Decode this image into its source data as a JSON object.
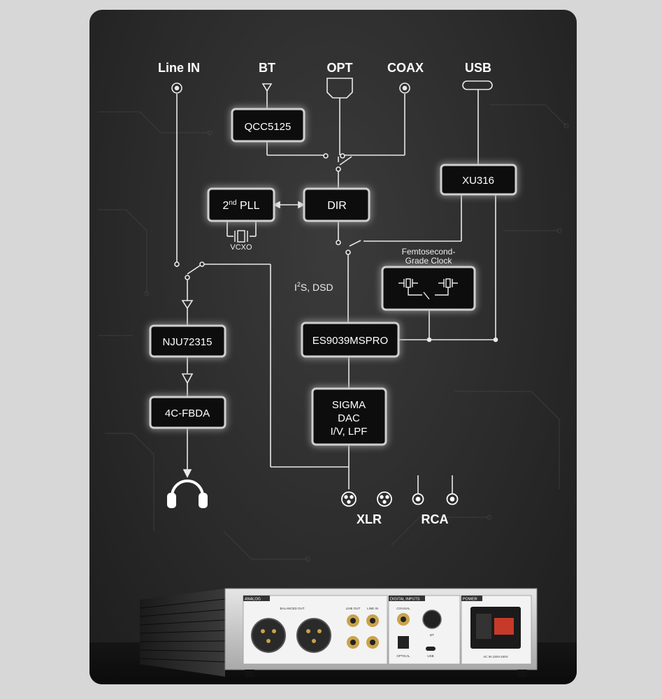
{
  "inputs": {
    "line_in": "Line IN",
    "bt": "BT",
    "opt": "OPT",
    "coax": "COAX",
    "usb": "USB"
  },
  "chips": {
    "qcc": "QCC5125",
    "xu": "XU316",
    "pll_base": "2",
    "pll_sup": "nd",
    "pll_rest": " PLL",
    "dir": "DIR",
    "nju": "NJU72315",
    "es": "ES9039MSPRO",
    "fbda": "4C-FBDA",
    "sigma_line1": "SIGMA",
    "sigma_line2": "DAC",
    "sigma_line3": "I/V, LPF"
  },
  "labels": {
    "vcxo": "VCXO",
    "femto_line1": "Femtosecond-",
    "femto_line2": "Grade Clock",
    "i2s_base": "I",
    "i2s_sup": "2",
    "i2s_rest": "S,  DSD",
    "xlr": "XLR",
    "rca": "RCA"
  },
  "device": {
    "analog": "ANALOG",
    "balanced_out": "BALANCED OUT",
    "line_out": "LINE OUT",
    "line_in": "LINE IN",
    "digital_inputs": "DIGITAL INPUTS",
    "coaxial": "COAXIAL",
    "optical": "OPTICAL",
    "usb": "USB",
    "bt": "BT",
    "power": "POWER",
    "ac_in": "AC IN 100V-240V"
  }
}
